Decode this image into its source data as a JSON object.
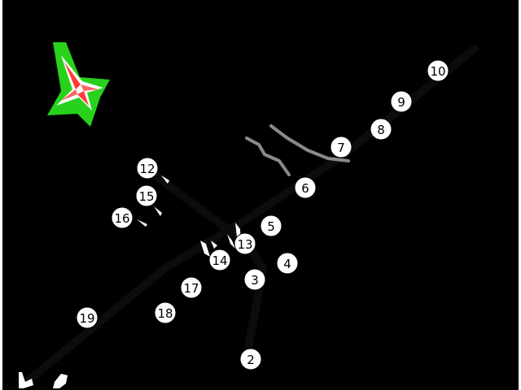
{
  "colors": {
    "background": "#000000",
    "track": "#0b0b0b",
    "pit_lane": "#808080",
    "marker_fill": "#ffffff",
    "marker_text": "#000000",
    "compass_glow": "#27d11c",
    "compass_primary": "#ff3b3b",
    "compass_outline": "#ffffff"
  },
  "icons": {
    "compass": "north-arrow-compass-icon",
    "start": "start-finish-flag-icon"
  },
  "turns": [
    {
      "number": "2"
    },
    {
      "number": "3"
    },
    {
      "number": "4"
    },
    {
      "number": "5"
    },
    {
      "number": "6"
    },
    {
      "number": "7"
    },
    {
      "number": "8"
    },
    {
      "number": "9"
    },
    {
      "number": "10"
    },
    {
      "number": "12"
    },
    {
      "number": "13"
    },
    {
      "number": "14"
    },
    {
      "number": "15"
    },
    {
      "number": "16"
    },
    {
      "number": "17"
    },
    {
      "number": "18"
    },
    {
      "number": "19"
    }
  ]
}
